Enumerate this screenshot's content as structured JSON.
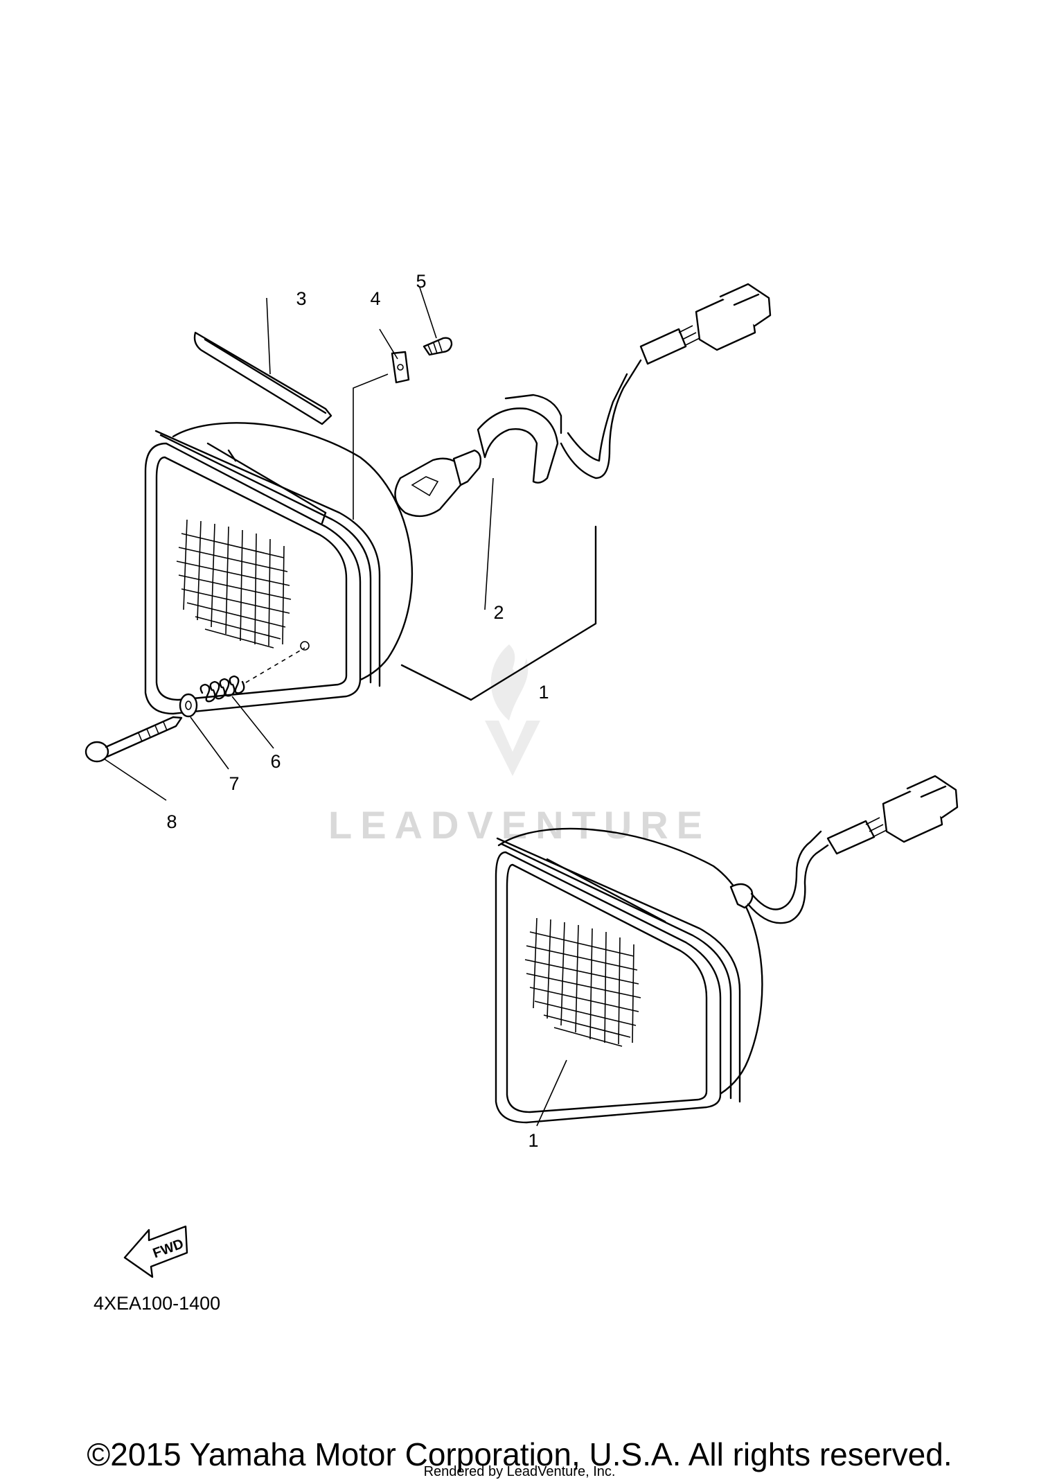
{
  "callouts": {
    "c1a": "1",
    "c1b": "1",
    "c2": "2",
    "c3": "3",
    "c4": "4",
    "c5": "5",
    "c6": "6",
    "c7": "7",
    "c8": "8"
  },
  "fwd_label": "FWD",
  "diagram_code": "4XEA100-1400",
  "watermark_text": "LEADVENTURE",
  "copyright": "©2015 Yamaha Motor Corporation, U.S.A. All rights reserved.",
  "rendered_by": "Rendered by LeadVenture, Inc.",
  "colors": {
    "line": "#000000",
    "watermark": "#d9d9d9",
    "background": "#ffffff"
  }
}
